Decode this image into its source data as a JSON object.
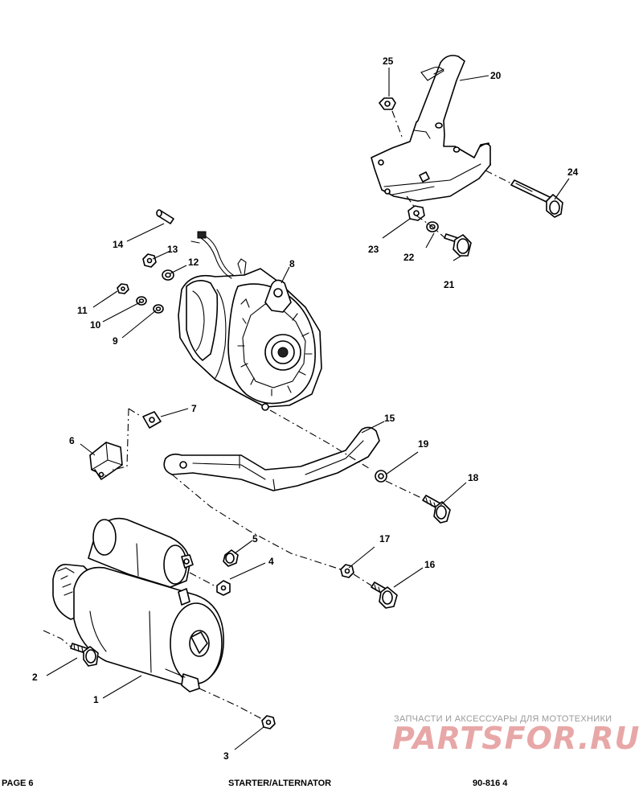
{
  "watermark": {
    "tagline": "ЗАПЧАСТИ И АКСЕССУАРЫ ДЛЯ МОТОТЕХНИКИ",
    "logo": "PARTSFOR.RU"
  },
  "footer": {
    "left": "PAGE 6",
    "center": "STARTER/ALTERNATOR",
    "right": "90-816 4"
  },
  "callouts": [
    {
      "id": "c1",
      "label": "1"
    },
    {
      "id": "c2",
      "label": "2"
    },
    {
      "id": "c3",
      "label": "3"
    },
    {
      "id": "c4",
      "label": "4"
    },
    {
      "id": "c5",
      "label": "5"
    },
    {
      "id": "c6",
      "label": "6"
    },
    {
      "id": "c7",
      "label": "7"
    },
    {
      "id": "c8",
      "label": "8"
    },
    {
      "id": "c9",
      "label": "9"
    },
    {
      "id": "c10",
      "label": "10"
    },
    {
      "id": "c11",
      "label": "11"
    },
    {
      "id": "c12",
      "label": "12"
    },
    {
      "id": "c13",
      "label": "13"
    },
    {
      "id": "c14",
      "label": "14"
    },
    {
      "id": "c15",
      "label": "15"
    },
    {
      "id": "c16",
      "label": "16"
    },
    {
      "id": "c17",
      "label": "17"
    },
    {
      "id": "c18",
      "label": "18"
    },
    {
      "id": "c19",
      "label": "19"
    },
    {
      "id": "c20",
      "label": "20"
    },
    {
      "id": "c21",
      "label": "21"
    },
    {
      "id": "c22",
      "label": "22"
    },
    {
      "id": "c23",
      "label": "23"
    },
    {
      "id": "c24",
      "label": "24"
    },
    {
      "id": "c25",
      "label": "25"
    }
  ]
}
